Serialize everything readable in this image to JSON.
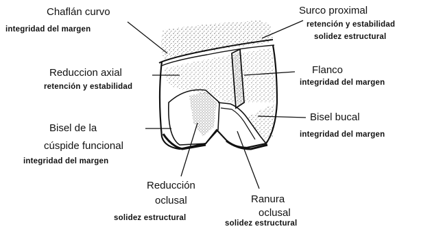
{
  "labels": {
    "chaflan_curvo": {
      "title": "Chaflán curvo",
      "sub": "integridad del margen"
    },
    "surco_proximal": {
      "title": "Surco proximal",
      "sub1": "retención y estabilidad",
      "sub2": "solidez estructural"
    },
    "reduccion_axial": {
      "title": "Reduccion axial",
      "sub": "retención y estabilidad"
    },
    "flanco": {
      "title": "Flanco",
      "sub": "integridad del margen"
    },
    "bisel_cuspide": {
      "line1": "Bisel de la",
      "line2": "cúspide funcional",
      "sub": "integridad del margen"
    },
    "bisel_bucal": {
      "title": "Bisel bucal",
      "sub": "integridad del margen"
    },
    "reduccion_oclusal": {
      "line1": "Reducción",
      "line2": "oclusal",
      "sub": "solidez estructural"
    },
    "ranura_oclusal": {
      "line1": "Ranura",
      "line2": "oclusal",
      "sub": "solidez estructural"
    }
  }
}
